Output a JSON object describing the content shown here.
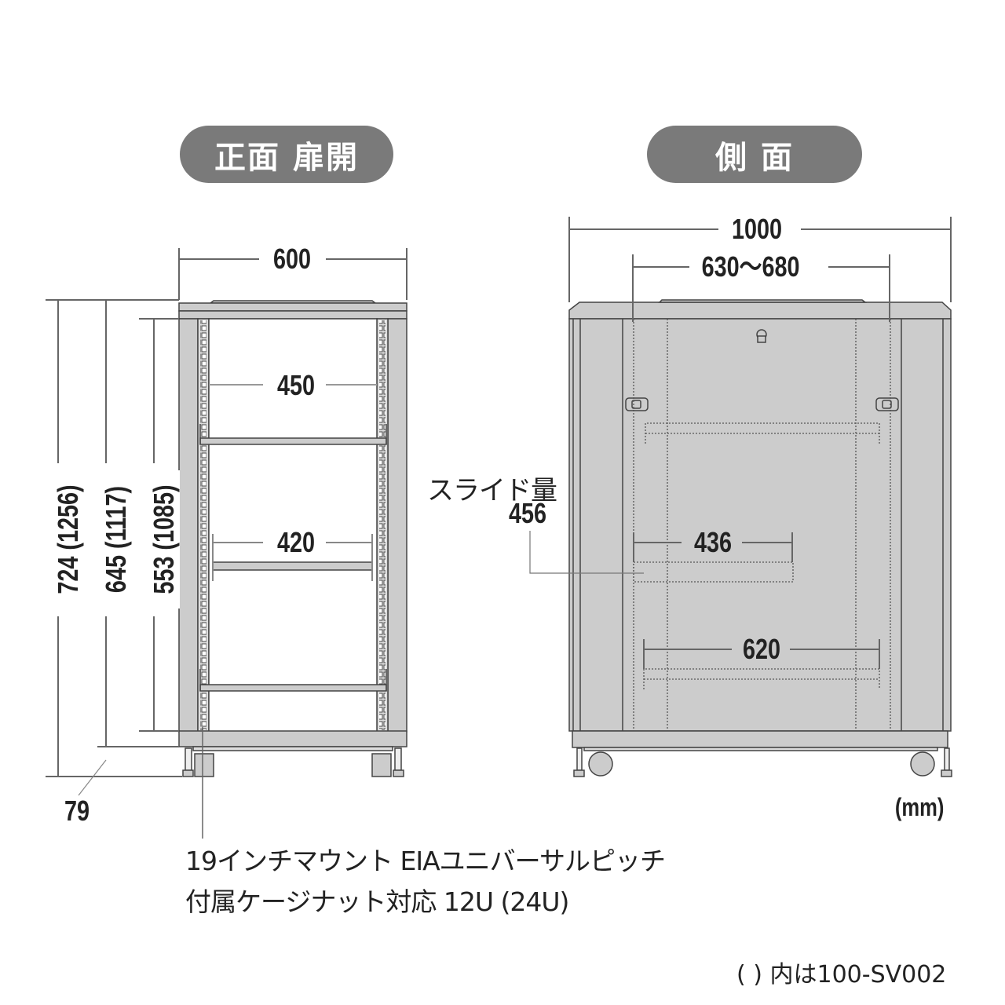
{
  "headers": {
    "front_open": "正面 扉開",
    "side": "側 面"
  },
  "front_view": {
    "width": "600",
    "inner_width_top": "450",
    "rail_width": "420",
    "heights": {
      "total": "724 (1256)",
      "body": "645 (1117)",
      "inner": "553 (1085)"
    },
    "base_height": "79"
  },
  "side_view": {
    "depth": "1000",
    "rail_range": "630〜680",
    "slide_label": "スライド量",
    "slide_value": "456",
    "shelf_depth": "436",
    "bottom_shelf_depth": "620"
  },
  "unit": "(mm)",
  "notes": {
    "line1": "19インチマウント EIAユニバーサルピッチ",
    "line2": "付属ケージナット対応 12U (24U)"
  },
  "footnote": "(  ) 内は100-SV002",
  "colors": {
    "pill": "#7a7a7a",
    "cabinet_fill": "#cccccc",
    "line": "#555555",
    "text": "#222222"
  }
}
